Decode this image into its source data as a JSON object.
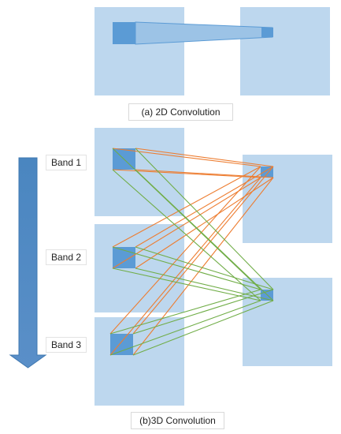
{
  "captions": {
    "conv2d": "(a) 2D Convolution",
    "conv3d": "(b)3D Convolution"
  },
  "bands": [
    "Band 1",
    "Band 2",
    "Band 3"
  ],
  "colors": {
    "panel": "#bdd7ee",
    "kernel": "#5b9bd5",
    "arrow": "#4a86c0",
    "orange_lines": "#ed7d31",
    "green_lines": "#70ad47",
    "caption_border": "#d9d9d9"
  }
}
